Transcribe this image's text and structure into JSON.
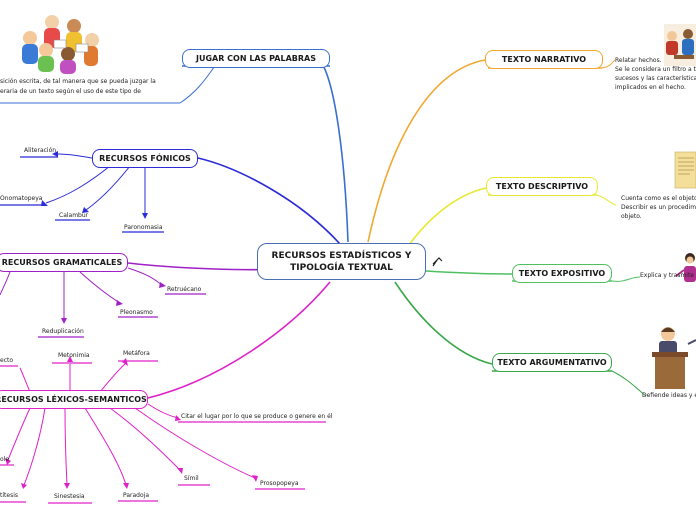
{
  "central": {
    "title": "RECURSOS ESTADÍSTICOS Y TIPOLOGÍA TEXTUAL"
  },
  "left": {
    "jugar": {
      "label": "JUGAR CON LAS PALABRAS",
      "note_line1": "sición escrita, de tal manera que se pueda juzgar la",
      "note_line2": "eraria de un texto según el uso de este tipo de"
    },
    "fonicos": {
      "label": "RECURSOS FÓNICOS",
      "children": [
        "Aliteración",
        "Onomatopeya",
        "Calambur",
        "Paronomasia"
      ]
    },
    "gramaticales": {
      "label": "RECURSOS GRAMATICALES",
      "children": [
        "Retruécano",
        "Pleonasmo",
        "Reduplicación"
      ]
    },
    "lexicos": {
      "label": "RECURSOS LÉXICOS-SEMANTICOS",
      "children": [
        "ecto",
        "Metonimia",
        "Metáfora",
        "Citar el lugar por lo que se produce o genere en él",
        "ole",
        "títesis",
        "Sinestesia",
        "Paradoja",
        "Símil",
        "Prosopopeya"
      ]
    }
  },
  "right": {
    "narrativo": {
      "label": "TEXTO NARRATIVO",
      "note_line1": "Relatar hechos.",
      "note_line2": "Se le considera un filtro a tra",
      "note_line3": "sucesos y las características",
      "note_line4": "implicados en el hecho."
    },
    "descriptivo": {
      "label": "TEXTO DESCRIPTIVO",
      "note_line1": "Cuenta como es el objeto.",
      "note_line2": "Describir es un procedimi",
      "note_line3": "objeto."
    },
    "expositivo": {
      "label": "TEXTO EXPOSITIVO",
      "note_line1": "Explica y trasmite i"
    },
    "argumentativo": {
      "label": "TEXTO ARGUMENTATIVO",
      "note_line1": "Defiende ideas y e"
    }
  },
  "colors": {
    "narrativo": "#f0a830",
    "descriptivo": "#e8e830",
    "expositivo": "#4fc060",
    "argumentativo": "#3aa84a",
    "jugar": "#3a6fd0",
    "fonicos": "#2b2bd8",
    "gramaticales": "#a020c8",
    "lexicos": "#e020c8"
  }
}
